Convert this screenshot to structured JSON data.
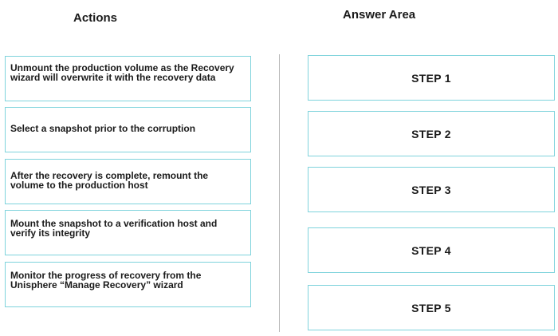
{
  "actions_panel": {
    "title": "Actions",
    "items": [
      {
        "label": "Unmount the production volume as the Recovery wizard will overwrite it with the recovery data"
      },
      {
        "label": "Select a snapshot prior to the corruption"
      },
      {
        "label": "After the recovery is complete, remount the volume to the production host"
      },
      {
        "label": "Mount the snapshot to a verification host and verify its integrity"
      },
      {
        "label": "Monitor the progress of recovery from the Unisphere “Manage Recovery” wizard"
      }
    ]
  },
  "answer_panel": {
    "title": "Answer Area",
    "steps": [
      {
        "label": "STEP 1"
      },
      {
        "label": "STEP 2"
      },
      {
        "label": "STEP 3"
      },
      {
        "label": "STEP 4"
      },
      {
        "label": "STEP 5"
      }
    ]
  },
  "colors": {
    "box_border": "#7fd3dc",
    "divider": "#b8b8b8",
    "text": "#1a1a1a"
  }
}
